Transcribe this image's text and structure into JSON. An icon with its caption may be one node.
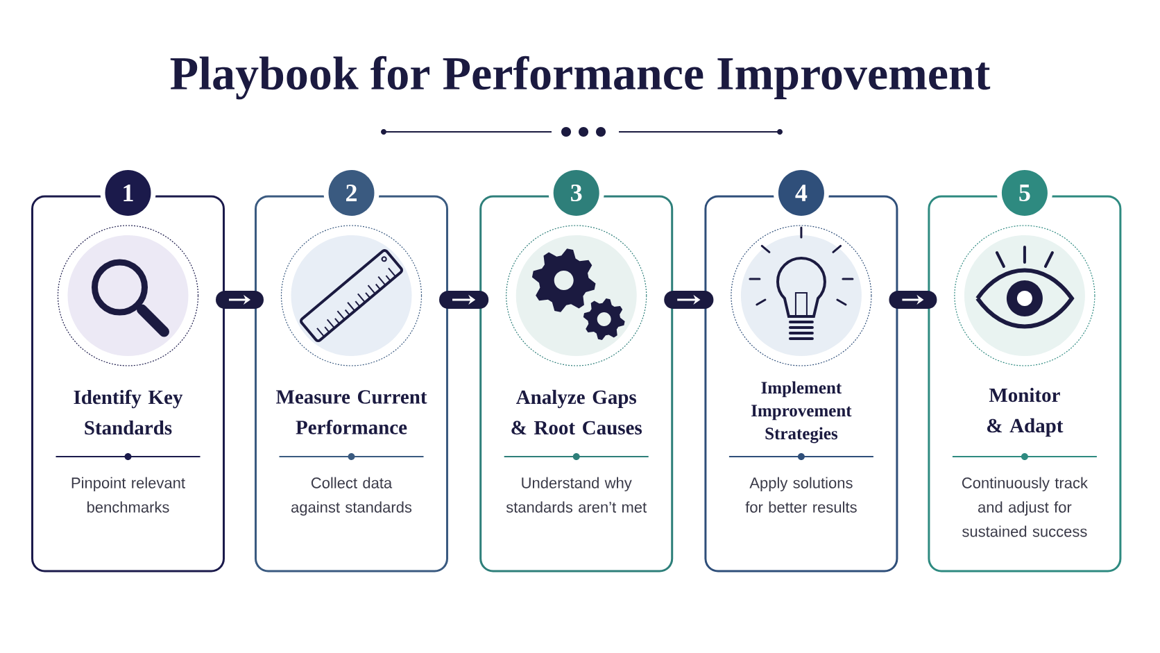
{
  "diagram": {
    "title": "Playbook for Performance Improvement",
    "nodes": [
      {
        "text": [
          "1"
        ]
      },
      {
        "text": [
          "Identify Key Standards",
          "Pinpoint relevant benchmarks"
        ]
      },
      {
        "text": [
          "2"
        ]
      },
      {
        "text": [
          "Measure Current Performance",
          "Collect data against standards"
        ]
      },
      {
        "text": [
          "3"
        ]
      },
      {
        "text": [
          "Analyze Gaps & Root Causes",
          "Understand why standards aren’t met"
        ]
      },
      {
        "text": [
          "4"
        ]
      },
      {
        "text": [
          "Implement Improvement Strategies",
          "Apply solutions for better results"
        ]
      },
      {
        "text": [
          "5"
        ]
      },
      {
        "text": [
          "Monitor & Adapt",
          "Continuously track and adjust for sustained success"
        ]
      }
    ],
    "edges": [
      {
        "from": 1,
        "to": 3,
        "arrow": "to"
      },
      {
        "from": 3,
        "to": 5,
        "arrow": "to"
      },
      {
        "from": 5,
        "to": 7,
        "arrow": "to"
      },
      {
        "from": 7,
        "to": 9,
        "arrow": "to"
      }
    ]
  }
}
